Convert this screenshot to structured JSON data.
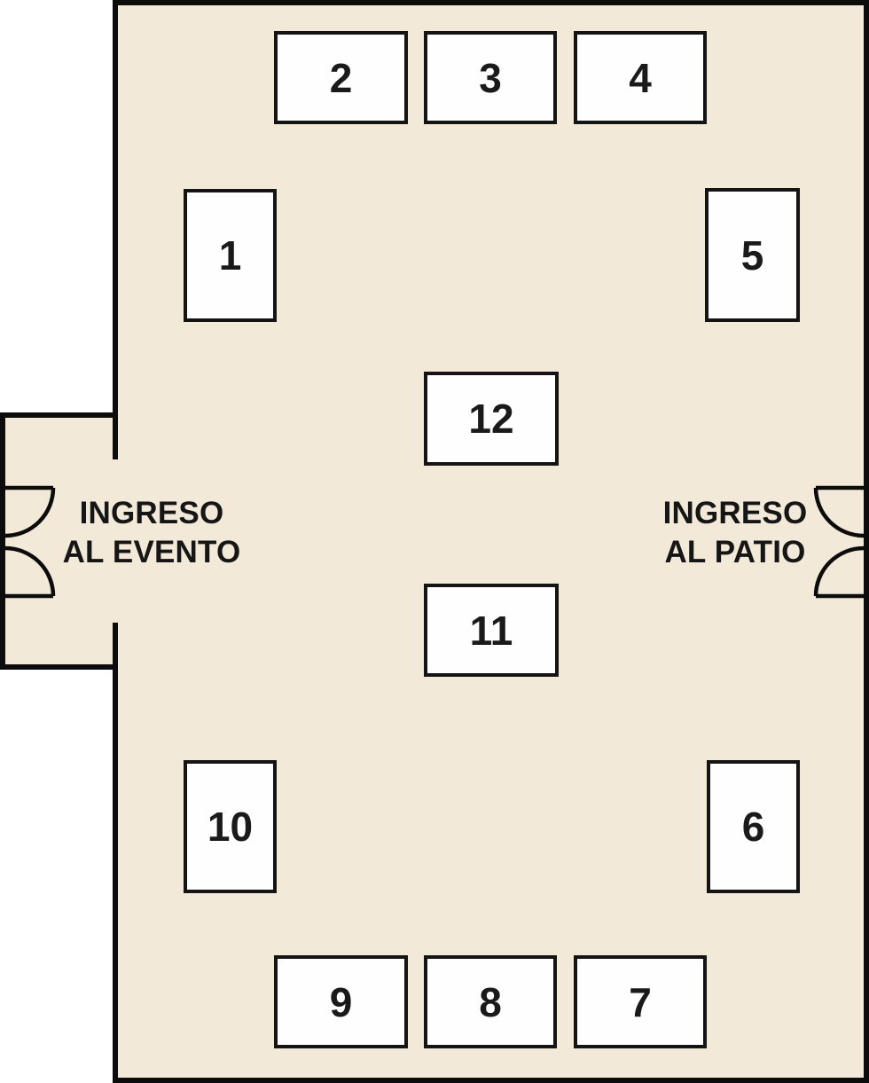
{
  "floorplan": {
    "type": "venue-floor-plan",
    "colors": {
      "room_fill": "#f2e9d8",
      "wall": "#0c0c0c",
      "booth_fill": "#fefefe",
      "booth_border": "#141414",
      "text": "#1a1a1a",
      "outside": "#ffffff"
    },
    "booths": [
      {
        "number": "1"
      },
      {
        "number": "2"
      },
      {
        "number": "3"
      },
      {
        "number": "4"
      },
      {
        "number": "5"
      },
      {
        "number": "6"
      },
      {
        "number": "7"
      },
      {
        "number": "8"
      },
      {
        "number": "9"
      },
      {
        "number": "10"
      },
      {
        "number": "11"
      },
      {
        "number": "12"
      }
    ],
    "entrances": {
      "left": {
        "lines": [
          "INGRESO",
          "AL EVENTO"
        ]
      },
      "right": {
        "lines": [
          "INGRESO",
          "AL PATIO"
        ]
      }
    }
  }
}
